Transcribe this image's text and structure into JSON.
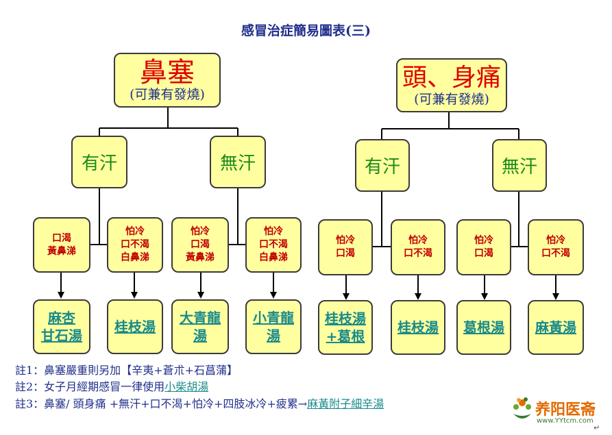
{
  "title": "感冒治症簡易圖表(三)",
  "left": {
    "root_main": "鼻塞",
    "root_sub": "(可兼有發燒)",
    "branches": [
      {
        "label": "有汗",
        "conditions": [
          {
            "lines": [
              "口渴",
              "黃鼻涕"
            ],
            "rx": [
              "麻杏",
              "甘石湯"
            ]
          },
          {
            "lines": [
              "怕冷",
              "口不渴",
              "白鼻涕"
            ],
            "rx": [
              "桂枝湯"
            ]
          }
        ]
      },
      {
        "label": "無汗",
        "conditions": [
          {
            "lines": [
              "怕冷",
              "口渴",
              "黃鼻涕"
            ],
            "rx": [
              "大青龍",
              "湯"
            ]
          },
          {
            "lines": [
              "怕冷",
              "口不渴",
              "白鼻涕"
            ],
            "rx": [
              "小青龍",
              "湯"
            ]
          }
        ]
      }
    ]
  },
  "right": {
    "root_main": "頭、身痛",
    "root_sub": "(可兼有發燒)",
    "branches": [
      {
        "label": "有汗",
        "conditions": [
          {
            "lines": [
              "怕冷",
              "口渴"
            ],
            "rx": [
              "桂枝湯",
              "+葛根"
            ]
          },
          {
            "lines": [
              "怕冷",
              "口不渴"
            ],
            "rx": [
              "桂枝湯"
            ]
          }
        ]
      },
      {
        "label": "無汗",
        "conditions": [
          {
            "lines": [
              "怕冷",
              "口渴"
            ],
            "rx": [
              "葛根湯"
            ]
          },
          {
            "lines": [
              "怕冷",
              "口不渴"
            ],
            "rx": [
              "麻黃湯"
            ]
          }
        ]
      }
    ]
  },
  "notes": {
    "n1_prefix": "註1：鼻塞嚴重則另加",
    "n1_highlight": "【辛夷+蒼朮+石菖蒲】",
    "n2_prefix": "註2：女子月經期感冒一律使用",
    "n2_link": "小柴胡湯",
    "n3_prefix": "註3：鼻塞/ 頭身痛  +無汗+口不渴+怕冷+四肢冰冷+疲累",
    "n3_arrow": "→",
    "n3_link": "麻黃附子細辛湯"
  },
  "logo": {
    "name": "养阳医斋",
    "url": "www.YYtcm.com"
  },
  "colors": {
    "box_fill": "#ffffa0",
    "root_text": "#e00000",
    "mid_text": "#1a8a1a",
    "cond_text": "#c00000",
    "rx_text": "#1a8a8a",
    "note_text": "#1f2f8a"
  }
}
